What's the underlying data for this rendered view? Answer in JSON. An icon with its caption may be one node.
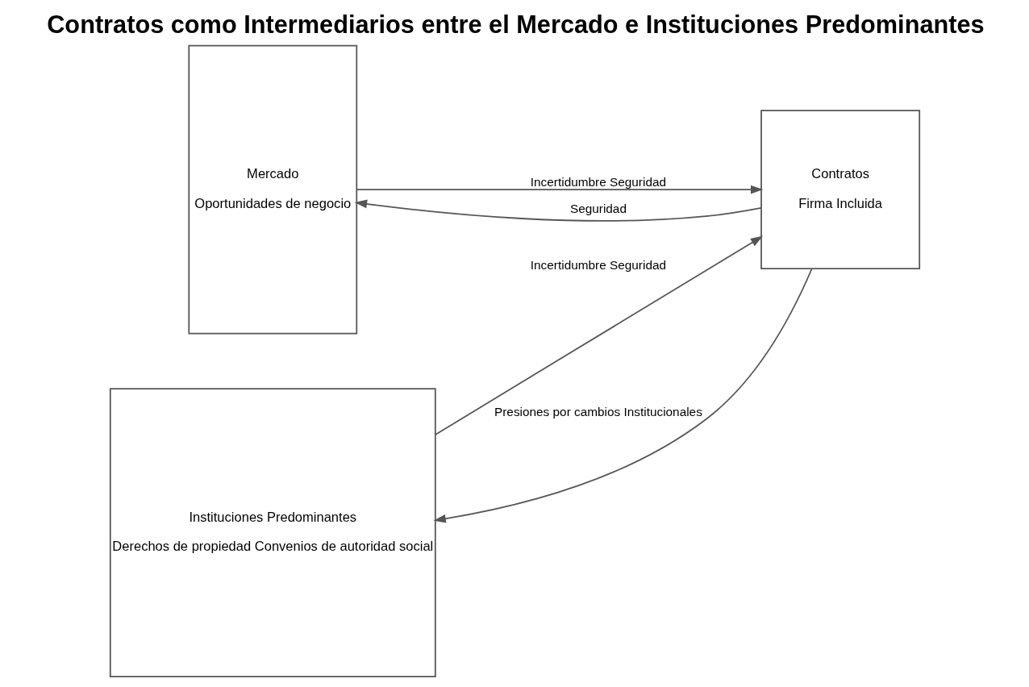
{
  "diagram": {
    "title": "Contratos como Intermediarios entre el Mercado e Instituciones Predominantes",
    "nodes": [
      {
        "text": [
          "Mercado",
          "Oportunidades de negocio"
        ]
      },
      {
        "text": [
          "Contratos",
          "Firma Incluida"
        ]
      },
      {
        "text": [
          "Instituciones Predominantes",
          "Derechos de propiedad Convenios de autoridad social"
        ]
      }
    ],
    "edges": [
      {
        "from": 0,
        "to": 1,
        "arrow": "to",
        "label": "Incertidumbre Seguridad"
      },
      {
        "from": 2,
        "to": 1,
        "arrow": "to",
        "label": "Incertidumbre Seguridad"
      },
      {
        "from": 1,
        "to": 0,
        "arrow": "to",
        "label": "Seguridad"
      },
      {
        "from": 1,
        "to": 2,
        "arrow": "to",
        "label": "Presiones por cambios Institucionales"
      }
    ]
  }
}
